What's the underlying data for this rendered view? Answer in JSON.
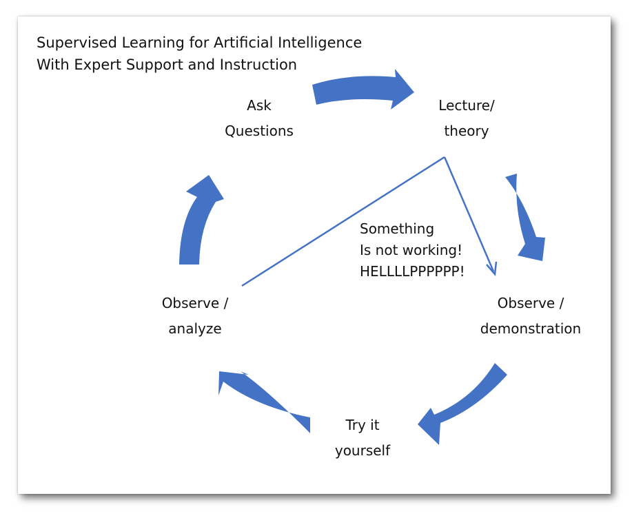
{
  "title": {
    "line1": "Supervised Learning for Artificial Intelligence",
    "line2": "With Expert Support and Instruction"
  },
  "nodes": {
    "ask_questions": {
      "line1": "Ask",
      "line2": "Questions"
    },
    "lecture_theory": {
      "line1": "Lecture/",
      "line2": "theory"
    },
    "observe_demonstration": {
      "line1": "Observe /",
      "line2": "demonstration"
    },
    "try_it_yourself": {
      "line1": "Try it",
      "line2": "yourself"
    },
    "observe_analyze": {
      "line1": "Observe /",
      "line2": "analyze"
    }
  },
  "callout": {
    "line1": "Something",
    "line2": "Is not working!",
    "line3": "HELLLLPPPPPP!"
  },
  "colors": {
    "arrow": "#4472C4",
    "text": "#111111"
  }
}
